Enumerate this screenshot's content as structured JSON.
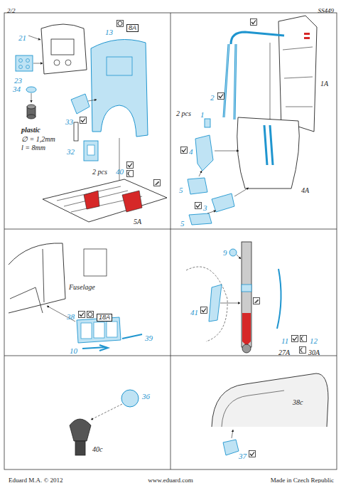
{
  "diagram": {
    "labels": [
      "2/2",
      "SS449",
      "21",
      "13",
      "8A",
      "23",
      "34",
      "plastic",
      "∅ = 1,2mm",
      "l = 8mm",
      "33",
      "32",
      "2 pcs",
      "40",
      "5A",
      "1A",
      "2",
      "2 pcs",
      "1",
      "4",
      "4A",
      "5",
      "3",
      "5",
      "Fuselage",
      "38",
      "18A",
      "39",
      "10",
      "9",
      "41",
      "11",
      "12",
      "27A",
      "30A",
      "36",
      "40c",
      "38c",
      "37",
      "Eduard M.A. © 2012",
      "www.eduard.com",
      "Made in Czech Republic"
    ]
  }
}
